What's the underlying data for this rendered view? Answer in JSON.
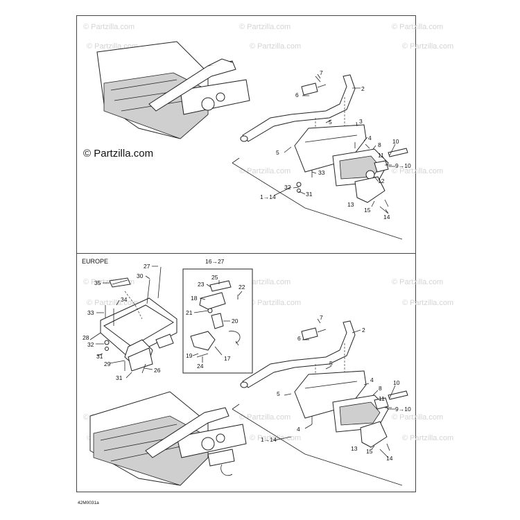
{
  "watermark": "© Partzilla.com",
  "copyright_text": "© Partzilla.com",
  "region_label": "EUROPE",
  "figure_code": "42M0031a",
  "top_section": {
    "labels": [
      "7",
      "6",
      "2",
      "5",
      "3",
      "4",
      "8",
      "10",
      "11",
      "9→10",
      "5",
      "33",
      "12",
      "32",
      "31",
      "1→14",
      "13",
      "15",
      "14"
    ]
  },
  "bottom_section": {
    "labels": [
      "27",
      "30",
      "35",
      "34",
      "33",
      "28",
      "32",
      "31",
      "29",
      "31",
      "26",
      "16→27",
      "25",
      "23",
      "22",
      "18",
      "21",
      "20",
      "19",
      "24",
      "17",
      "7",
      "6",
      "2",
      "5",
      "4",
      "8",
      "10",
      "11",
      "9→10",
      "5",
      "4",
      "1→14",
      "13",
      "15",
      "14"
    ]
  }
}
